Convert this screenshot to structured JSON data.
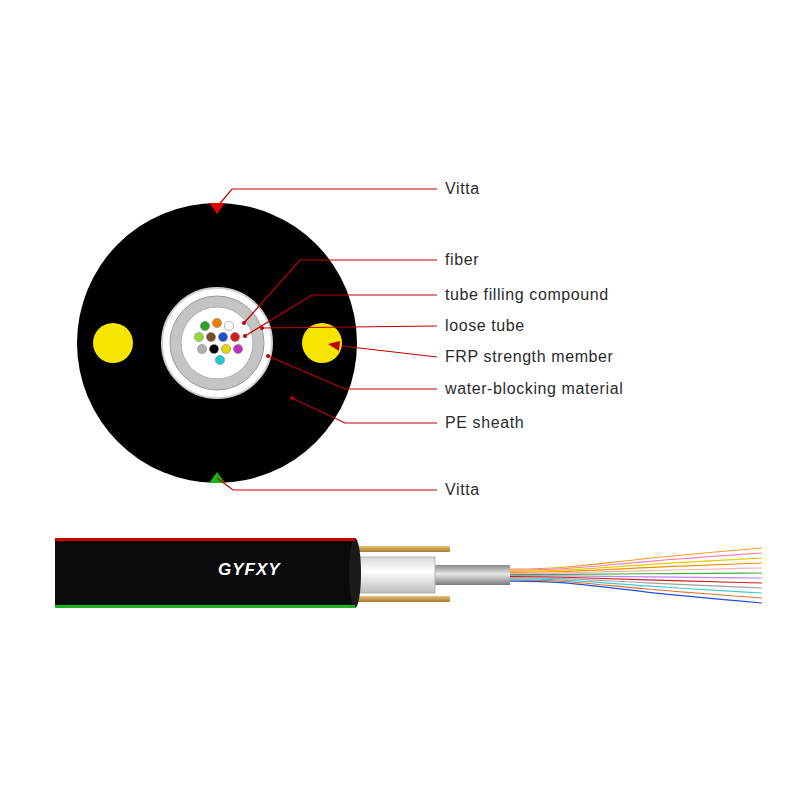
{
  "diagram": {
    "labels": [
      "Vitta",
      "fiber",
      "tube filling compound",
      "loose tube",
      "FRP strength member",
      "water-blocking material",
      "PE sheath",
      "Vitta",
      "GYFXY"
    ]
  }
}
